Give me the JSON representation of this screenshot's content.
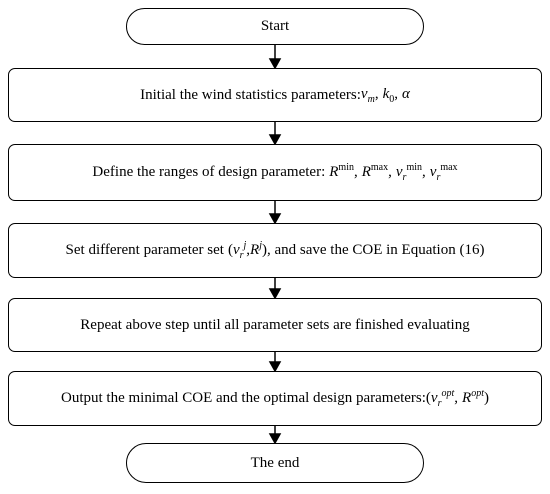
{
  "nodes": {
    "start": {
      "label": "Start"
    },
    "step1": {
      "text": "Initial the wind statistics parameters:",
      "math": {
        "v": "v",
        "m": "m",
        "k": "k",
        "zero": "0",
        "alpha": "α"
      }
    },
    "step2": {
      "text": "Define the ranges of design parameter:",
      "math": {
        "R": "R",
        "v": "v",
        "r": "r",
        "min": "min",
        "max": "max"
      }
    },
    "step3": {
      "text_a": "Set different parameter set",
      "text_b": ", and save the COE in Equation (16)",
      "math": {
        "v": "v",
        "r": "r",
        "R": "R",
        "j": "j"
      }
    },
    "step4": {
      "label": "Repeat above step until all parameter sets are finished evaluating"
    },
    "step5": {
      "text": "Output the minimal COE and the optimal design parameters:",
      "math": {
        "v": "v",
        "r": "r",
        "R": "R",
        "opt": "opt"
      }
    },
    "end": {
      "label": "The end"
    }
  },
  "colors": {
    "stroke": "#000000",
    "fill": "#ffffff"
  }
}
